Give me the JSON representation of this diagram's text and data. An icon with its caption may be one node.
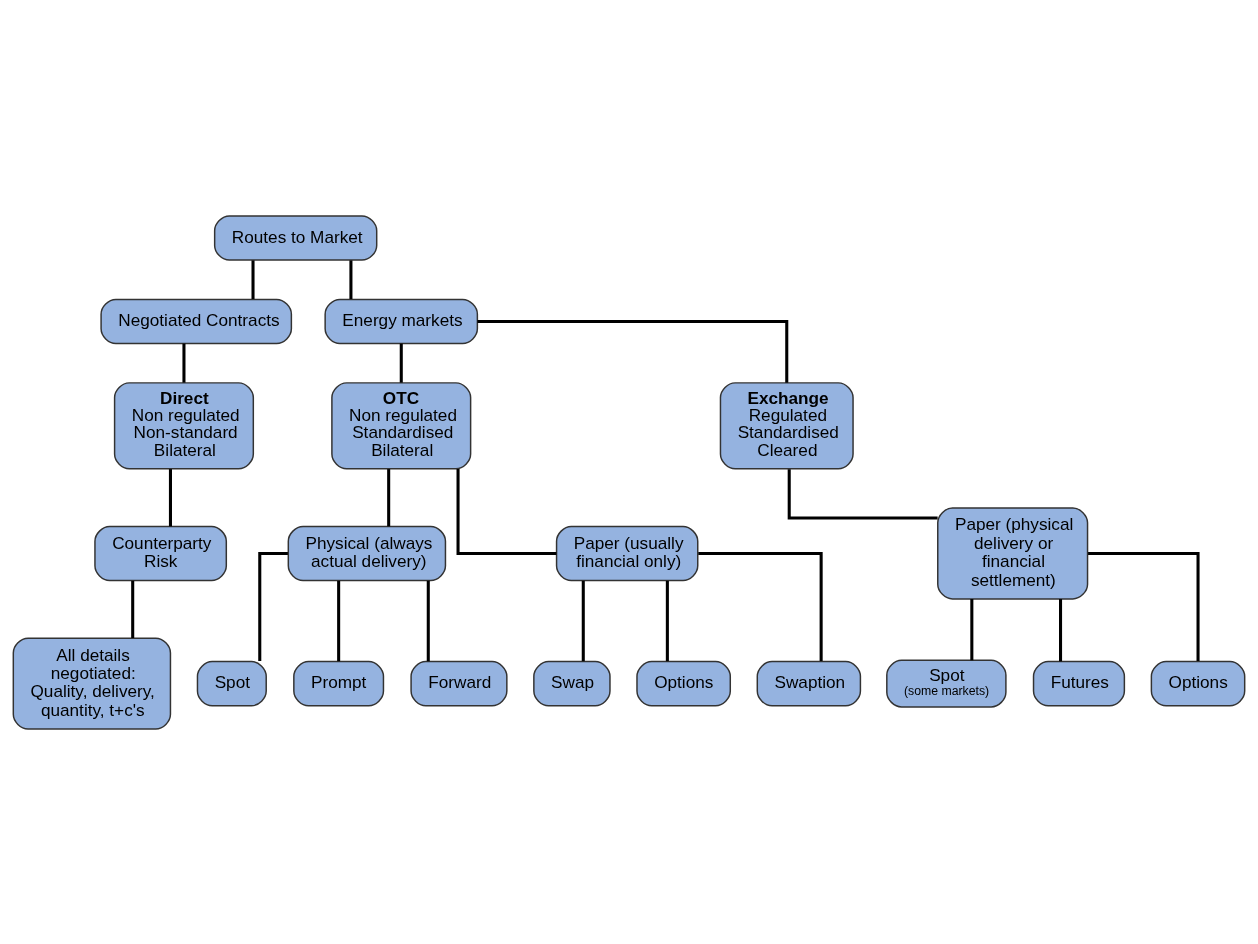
{
  "diagram": {
    "nodes": [
      {
        "text": [
          "Routes to Market"
        ]
      },
      {
        "text": [
          "Negotiated Contracts"
        ]
      },
      {
        "text": [
          "Energy markets"
        ]
      },
      {
        "text": [
          "Direct",
          "Non regulated Non-standard Bilateral"
        ]
      },
      {
        "text": [
          "Counterparty Risk"
        ]
      },
      {
        "text": [
          "All details negotiated: Quality, delivery, quantity, t+c's"
        ]
      },
      {
        "text": [
          "OTC",
          "Non regulated Standardised Bilateral"
        ]
      },
      {
        "text": [
          "Exchange",
          "Regulated Standardised Cleared"
        ]
      },
      {
        "text": [
          "Physical (always actual delivery)"
        ]
      },
      {
        "text": [
          "Paper (usually financial only)"
        ]
      },
      {
        "text": [
          "Spot"
        ]
      },
      {
        "text": [
          "Prompt"
        ]
      },
      {
        "text": [
          "Forward"
        ]
      },
      {
        "text": [
          "Swap"
        ]
      },
      {
        "text": [
          "Options"
        ]
      },
      {
        "text": [
          "Swaption"
        ]
      },
      {
        "text": [
          "Paper (physical delivery or financial settlement)"
        ]
      },
      {
        "text": [
          "Spot",
          "(some markets)"
        ]
      },
      {
        "text": [
          "Futures"
        ]
      },
      {
        "text": [
          "Options"
        ]
      }
    ],
    "edges": [
      {
        "from": 0,
        "to": 1,
        "arrow": "none"
      },
      {
        "from": 0,
        "to": 2,
        "arrow": "none"
      },
      {
        "from": 1,
        "to": 3,
        "arrow": "none"
      },
      {
        "from": 3,
        "to": 4,
        "arrow": "none"
      },
      {
        "from": 4,
        "to": 5,
        "arrow": "none"
      },
      {
        "from": 2,
        "to": 6,
        "arrow": "none"
      },
      {
        "from": 2,
        "to": 7,
        "arrow": "none"
      },
      {
        "from": 6,
        "to": 8,
        "arrow": "none"
      },
      {
        "from": 6,
        "to": 9,
        "arrow": "none"
      },
      {
        "from": 8,
        "to": 10,
        "arrow": "none"
      },
      {
        "from": 8,
        "to": 11,
        "arrow": "none"
      },
      {
        "from": 8,
        "to": 12,
        "arrow": "none"
      },
      {
        "from": 9,
        "to": 13,
        "arrow": "none"
      },
      {
        "from": 9,
        "to": 14,
        "arrow": "none"
      },
      {
        "from": 9,
        "to": 15,
        "arrow": "none"
      },
      {
        "from": 7,
        "to": 16,
        "arrow": "none"
      },
      {
        "from": 16,
        "to": 17,
        "arrow": "none"
      },
      {
        "from": 16,
        "to": 18,
        "arrow": "none"
      },
      {
        "from": 16,
        "to": 19,
        "arrow": "none"
      }
    ]
  }
}
